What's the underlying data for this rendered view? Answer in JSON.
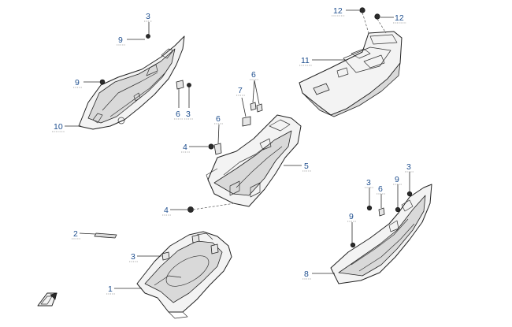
{
  "callouts": {
    "c1": "1",
    "c2": "2",
    "c3a": "3",
    "c3b": "3",
    "c3c": "3",
    "c3d": "3",
    "c3e": "3",
    "c4a": "4",
    "c4b": "4",
    "c5": "5",
    "c6a": "6",
    "c6b": "6",
    "c6c": "6",
    "c6d": "6",
    "c7": "7",
    "c8": "8",
    "c9a": "9",
    "c9b": "9",
    "c9c": "9",
    "c9d": "9",
    "c10": "10",
    "c11": "11",
    "c12a": "12",
    "c12b": "12"
  }
}
